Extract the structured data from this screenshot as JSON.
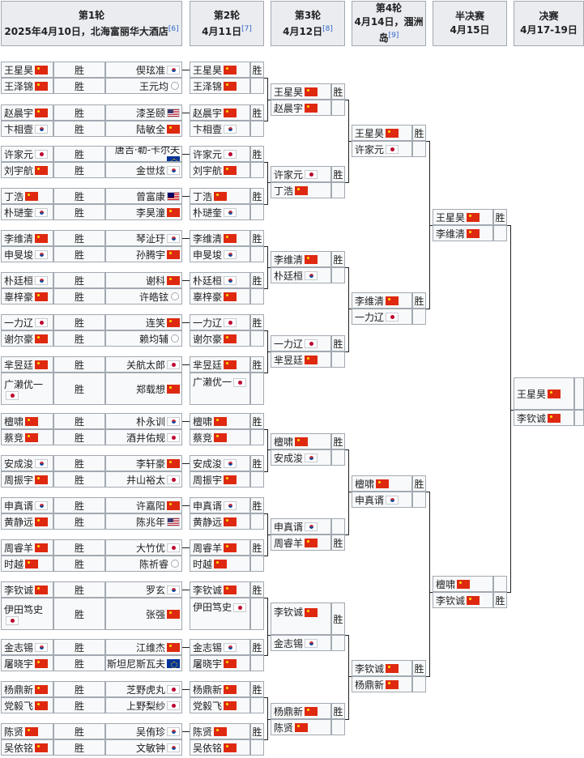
{
  "headers": [
    {
      "title": "第1轮",
      "sub": "2025年4月10日，北海富丽华大酒店",
      "ref": "[6]"
    },
    {
      "title": "第2轮",
      "sub": "4月11日",
      "ref": "[7]"
    },
    {
      "title": "第3轮",
      "sub": "4月12日",
      "ref": "[8]"
    },
    {
      "title": "第4轮",
      "sub": "4月14日，涠洲岛",
      "ref": "[9]"
    },
    {
      "title": "半决赛",
      "sub": "4月15日",
      "ref": ""
    },
    {
      "title": "决赛",
      "sub": "4月17-19日",
      "ref": ""
    }
  ],
  "win_label": "胜",
  "round1": [
    {
      "a": "王星昊",
      "af": "cn",
      "b": "偰玹准",
      "bf": "kr"
    },
    {
      "a": "王泽锦",
      "af": "cn",
      "b": "王元均",
      "bf": "tw"
    },
    {
      "a": "赵晨宇",
      "af": "cn",
      "b": "漆圣颐",
      "bf": "us"
    },
    {
      "a": "卞相壹",
      "af": "kr",
      "b": "陆敏全",
      "bf": "cn"
    },
    {
      "a": "许家元",
      "af": "jp",
      "b": "唐吉·勒-卡尔夫",
      "bf": "eu"
    },
    {
      "a": "刘宇航",
      "af": "cn",
      "b": "金世炫",
      "bf": "kr"
    },
    {
      "a": "丁浩",
      "af": "cn",
      "b": "曾富康",
      "bf": "my"
    },
    {
      "a": "朴琎奎",
      "af": "kr",
      "b": "李昊潼",
      "bf": "cn"
    },
    {
      "a": "李维清",
      "af": "cn",
      "b": "琴沚玗",
      "bf": "kr"
    },
    {
      "a": "申旻埈",
      "af": "kr",
      "b": "孙腾宇",
      "bf": "cn"
    },
    {
      "a": "朴廷桓",
      "af": "kr",
      "b": "谢科",
      "bf": "cn"
    },
    {
      "a": "辜梓豪",
      "af": "cn",
      "b": "许皓铉",
      "bf": "tw"
    },
    {
      "a": "一力辽",
      "af": "jp",
      "b": "连笑",
      "bf": "cn"
    },
    {
      "a": "谢尔豪",
      "af": "cn",
      "b": "赖均辅",
      "bf": "tw"
    },
    {
      "a": "芈昱廷",
      "af": "cn",
      "b": "关航太郎",
      "bf": "jp"
    },
    {
      "a": "广濑优一",
      "af": "jp",
      "b": "郑载想",
      "bf": "cn"
    },
    {
      "a": "檀啸",
      "af": "cn",
      "b": "朴永训",
      "bf": "kr"
    },
    {
      "a": "蔡竞",
      "af": "cn",
      "b": "酒井佑规",
      "bf": "jp"
    },
    {
      "a": "安成浚",
      "af": "kr",
      "b": "李轩豪",
      "bf": "cn"
    },
    {
      "a": "周振宇",
      "af": "cn",
      "b": "井山裕太",
      "bf": "jp"
    },
    {
      "a": "申真谞",
      "af": "kr",
      "b": "许嘉阳",
      "bf": "cn"
    },
    {
      "a": "黄静远",
      "af": "cn",
      "b": "陈兆年",
      "bf": "us"
    },
    {
      "a": "周睿羊",
      "af": "cn",
      "b": "大竹优",
      "bf": "jp"
    },
    {
      "a": "时越",
      "af": "cn",
      "b": "陈祈睿",
      "bf": "tw"
    },
    {
      "a": "李钦诚",
      "af": "cn",
      "b": "罗玄",
      "bf": "kr"
    },
    {
      "a": "伊田笃史",
      "af": "jp",
      "b": "张强",
      "bf": "cn"
    },
    {
      "a": "金志锡",
      "af": "kr",
      "b": "江维杰",
      "bf": "cn"
    },
    {
      "a": "屠晓宇",
      "af": "cn",
      "b": "斯坦尼斯瓦夫",
      "bf": "eu"
    },
    {
      "a": "杨鼎新",
      "af": "cn",
      "b": "芝野虎丸",
      "bf": "jp"
    },
    {
      "a": "党毅飞",
      "af": "cn",
      "b": "上野梨纱",
      "bf": "jp"
    },
    {
      "a": "陈贤",
      "af": "cn",
      "b": "吴侑珍",
      "bf": "kr"
    },
    {
      "a": "吴依铭",
      "af": "cn",
      "b": "文敏钟",
      "bf": "kr"
    }
  ],
  "round2": [
    {
      "a": "王星昊",
      "af": "cn",
      "b": "王泽锦",
      "bf": "cn",
      "w": 0
    },
    {
      "a": "赵晨宇",
      "af": "cn",
      "b": "卞相壹",
      "bf": "kr",
      "w": 0
    },
    {
      "a": "许家元",
      "af": "jp",
      "b": "刘宇航",
      "bf": "cn",
      "w": 0
    },
    {
      "a": "丁浩",
      "af": "cn",
      "b": "朴琎奎",
      "bf": "kr",
      "w": 0
    },
    {
      "a": "李维清",
      "af": "cn",
      "b": "申旻埈",
      "bf": "kr",
      "w": 0
    },
    {
      "a": "朴廷桓",
      "af": "kr",
      "b": "辜梓豪",
      "bf": "cn",
      "w": 0
    },
    {
      "a": "一力辽",
      "af": "jp",
      "b": "谢尔豪",
      "bf": "cn",
      "w": 0
    },
    {
      "a": "芈昱廷",
      "af": "cn",
      "b": "广濑优一",
      "bf": "jp",
      "w": 0
    },
    {
      "a": "檀啸",
      "af": "cn",
      "b": "蔡竞",
      "bf": "cn",
      "w": 0
    },
    {
      "a": "安成浚",
      "af": "kr",
      "b": "周振宇",
      "bf": "cn",
      "w": 0
    },
    {
      "a": "申真谞",
      "af": "kr",
      "b": "黄静远",
      "bf": "cn",
      "w": 0
    },
    {
      "a": "周睿羊",
      "af": "cn",
      "b": "时越",
      "bf": "cn",
      "w": 0
    },
    {
      "a": "李钦诚",
      "af": "cn",
      "b": "伊田笃史",
      "bf": "jp",
      "w": 0
    },
    {
      "a": "金志锡",
      "af": "kr",
      "b": "屠晓宇",
      "bf": "cn",
      "w": 0
    },
    {
      "a": "杨鼎新",
      "af": "cn",
      "b": "党毅飞",
      "bf": "cn",
      "w": 0
    },
    {
      "a": "陈贤",
      "af": "cn",
      "b": "吴依铭",
      "bf": "cn",
      "w": 0
    }
  ],
  "round3": [
    {
      "a": "王星昊",
      "af": "cn",
      "b": "赵晨宇",
      "bf": "cn",
      "w": 0
    },
    {
      "a": "许家元",
      "af": "jp",
      "b": "丁浩",
      "bf": "cn",
      "w": 0
    },
    {
      "a": "李维清",
      "af": "cn",
      "b": "朴廷桓",
      "bf": "kr",
      "w": 0
    },
    {
      "a": "一力辽",
      "af": "jp",
      "b": "芈昱廷",
      "bf": "cn",
      "w": 0
    },
    {
      "a": "檀啸",
      "af": "cn",
      "b": "安成浚",
      "bf": "kr",
      "w": 0
    },
    {
      "a": "申真谞",
      "af": "kr",
      "b": "周睿羊",
      "bf": "cn",
      "w": 1
    },
    {
      "a": "李钦诚",
      "af": "cn",
      "b": "金志锡",
      "bf": "kr",
      "w": 0
    },
    {
      "a": "杨鼎新",
      "af": "cn",
      "b": "陈贤",
      "bf": "cn",
      "w": 0
    }
  ],
  "round4": [
    {
      "a": "王星昊",
      "af": "cn",
      "b": "许家元",
      "bf": "jp",
      "w": 0
    },
    {
      "a": "李维清",
      "af": "cn",
      "b": "一力辽",
      "bf": "jp",
      "w": 0
    },
    {
      "a": "檀啸",
      "af": "cn",
      "b": "申真谞",
      "bf": "kr",
      "w": 0
    },
    {
      "a": "李钦诚",
      "af": "cn",
      "b": "杨鼎新",
      "bf": "cn",
      "w": 0
    }
  ],
  "semifinal": [
    {
      "a": "王星昊",
      "af": "cn",
      "b": "李维清",
      "bf": "cn",
      "w": 0
    },
    {
      "a": "檀啸",
      "af": "cn",
      "b": "李钦诚",
      "bf": "cn",
      "w": 1
    }
  ],
  "final": [
    {
      "a": "王星昊",
      "af": "cn",
      "b": "李钦诚",
      "bf": "cn"
    }
  ]
}
